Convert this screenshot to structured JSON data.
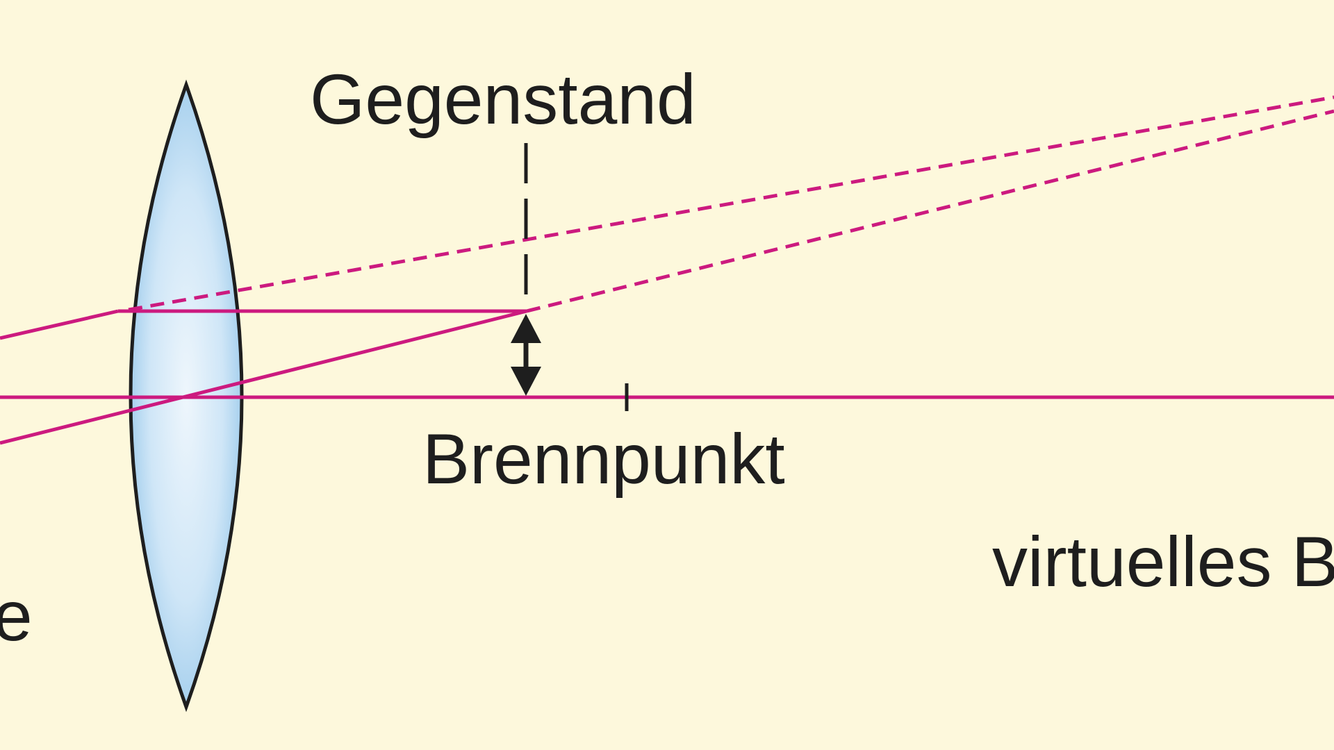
{
  "labels": {
    "object": "Gegenstand",
    "focal_point": "Brennpunkt",
    "virtual_image": "virtuelles B",
    "lens_fragment": "e"
  },
  "colors": {
    "background": "#fdf8dc",
    "ray": "#cc1a7f",
    "lens_outline": "#1e1e1e",
    "lens_fill_center": "#eef6fc",
    "lens_fill_edge": "#8fc3e8",
    "object_arrow": "#1e1e1e",
    "text": "#1e1e1e"
  }
}
